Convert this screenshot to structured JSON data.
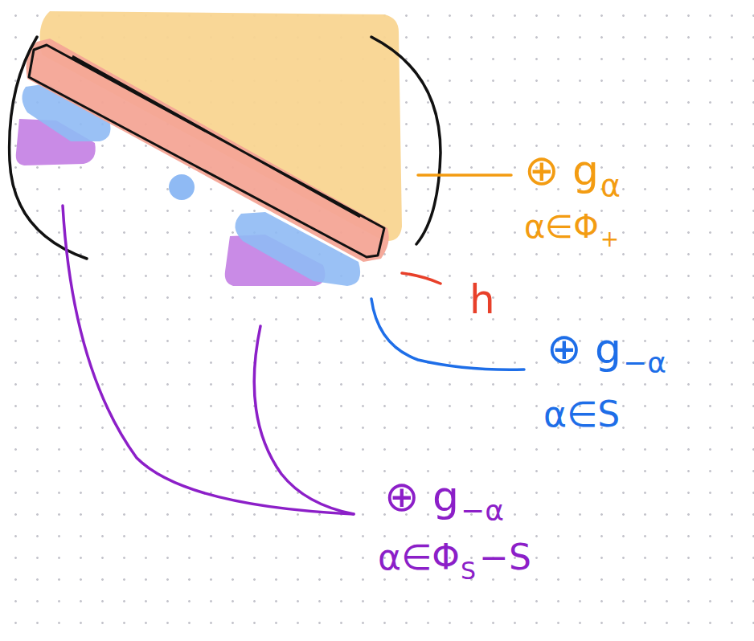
{
  "diagram": {
    "labels": [
      "⊕ g",
      "α",
      "α∈Φ",
      "+",
      "h",
      "⊕ g",
      "−α",
      "α∈S",
      "⊕ g",
      "−α",
      "α∈Φ",
      "S",
      "−S"
    ]
  }
}
